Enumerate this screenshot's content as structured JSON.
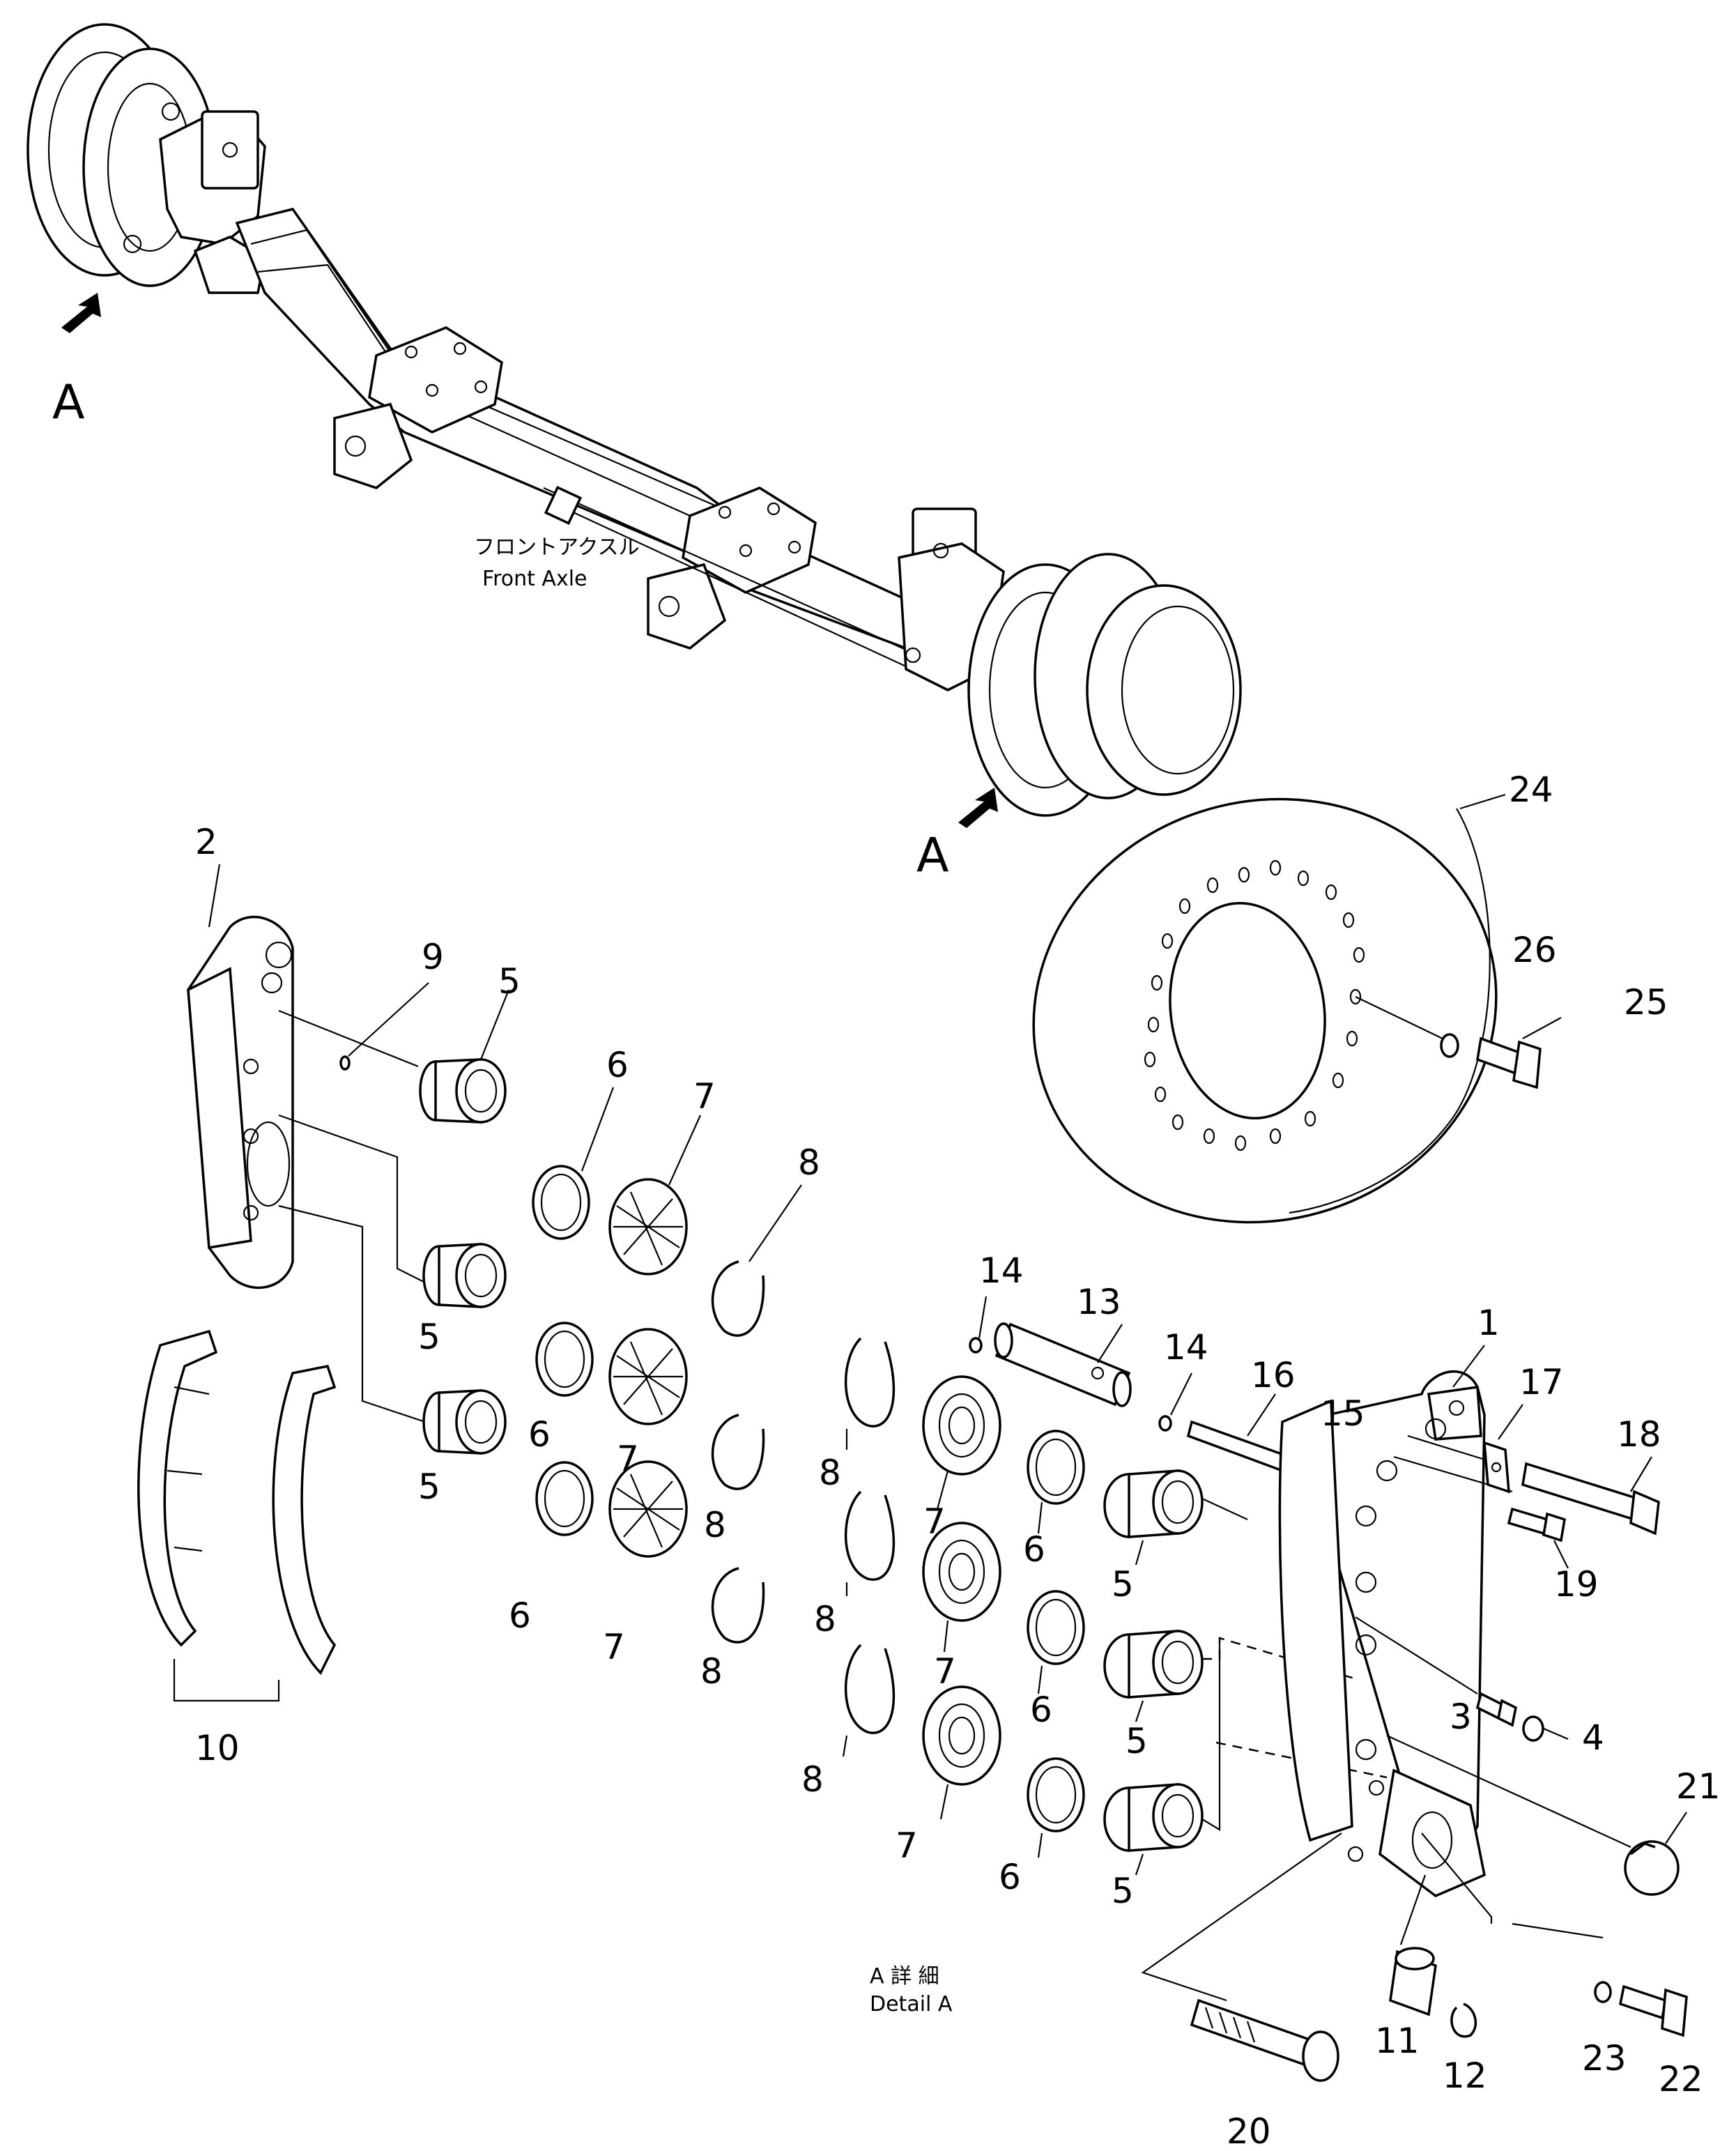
{
  "view_labels": {
    "a_upper": "A",
    "a_lower": "A"
  },
  "axle_caption": {
    "jp": "フロントアクスル",
    "en": "Front Axle"
  },
  "detail_caption": {
    "jp": "A 詳 細",
    "en": "Detail A"
  },
  "callouts": [
    {
      "id": "c24",
      "text": "24"
    },
    {
      "id": "c26",
      "text": "26"
    },
    {
      "id": "c25",
      "text": "25"
    },
    {
      "id": "c2",
      "text": "2"
    },
    {
      "id": "c9",
      "text": "9"
    },
    {
      "id": "c5a",
      "text": "5"
    },
    {
      "id": "c6a",
      "text": "6"
    },
    {
      "id": "c7a",
      "text": "7"
    },
    {
      "id": "c8a",
      "text": "8"
    },
    {
      "id": "c5b",
      "text": "5"
    },
    {
      "id": "c6b",
      "text": "6"
    },
    {
      "id": "c7b",
      "text": "7"
    },
    {
      "id": "c8b",
      "text": "8"
    },
    {
      "id": "c5c",
      "text": "5"
    },
    {
      "id": "c6c",
      "text": "6"
    },
    {
      "id": "c7c",
      "text": "7"
    },
    {
      "id": "c8c",
      "text": "8"
    },
    {
      "id": "c10",
      "text": "10"
    },
    {
      "id": "c14a",
      "text": "14"
    },
    {
      "id": "c13",
      "text": "13"
    },
    {
      "id": "c14b",
      "text": "14"
    },
    {
      "id": "c16",
      "text": "16"
    },
    {
      "id": "c15",
      "text": "15"
    },
    {
      "id": "c1",
      "text": "1"
    },
    {
      "id": "c17",
      "text": "17"
    },
    {
      "id": "c18",
      "text": "18"
    },
    {
      "id": "c19",
      "text": "19"
    },
    {
      "id": "c3",
      "text": "3"
    },
    {
      "id": "c4",
      "text": "4"
    },
    {
      "id": "c21",
      "text": "21"
    },
    {
      "id": "c8d",
      "text": "8"
    },
    {
      "id": "c7d",
      "text": "7"
    },
    {
      "id": "c6d",
      "text": "6"
    },
    {
      "id": "c5d",
      "text": "5"
    },
    {
      "id": "c8e",
      "text": "8"
    },
    {
      "id": "c7e",
      "text": "7"
    },
    {
      "id": "c6e",
      "text": "6"
    },
    {
      "id": "c5e",
      "text": "5"
    },
    {
      "id": "c8f",
      "text": "8"
    },
    {
      "id": "c7f",
      "text": "7"
    },
    {
      "id": "c6f",
      "text": "6"
    },
    {
      "id": "c5f",
      "text": "5"
    },
    {
      "id": "c11",
      "text": "11"
    },
    {
      "id": "c12",
      "text": "12"
    },
    {
      "id": "c23",
      "text": "23"
    },
    {
      "id": "c22",
      "text": "22"
    },
    {
      "id": "c20",
      "text": "20"
    }
  ]
}
